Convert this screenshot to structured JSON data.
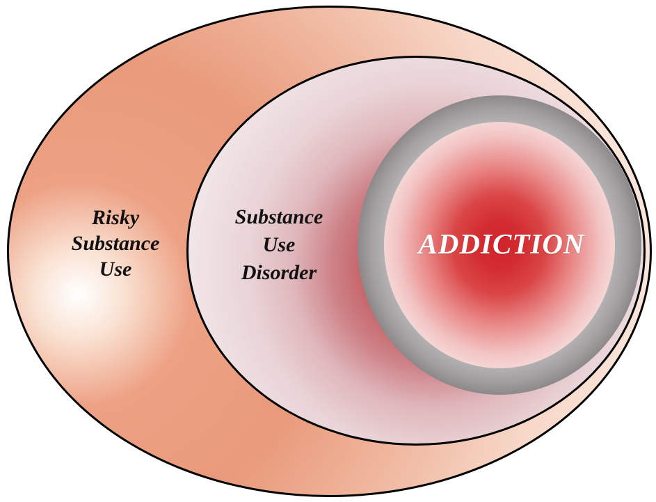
{
  "diagram": {
    "type": "nested-venn",
    "regions": [
      {
        "id": "outer",
        "label_lines": [
          "Risky",
          "Substance",
          "Use"
        ]
      },
      {
        "id": "middle",
        "label_lines": [
          "Substance",
          "Use",
          "Disorder"
        ]
      },
      {
        "id": "inner",
        "label": "ADDICTION"
      }
    ],
    "colors": {
      "outline": "#000000",
      "label_text": "#111111",
      "addiction_text": "#ffffff",
      "outer_salmon": "#e99a7b",
      "middle_rose": "#c25b60",
      "ring_gray": "#a3a0a1",
      "core_red": "#d0242a"
    }
  }
}
